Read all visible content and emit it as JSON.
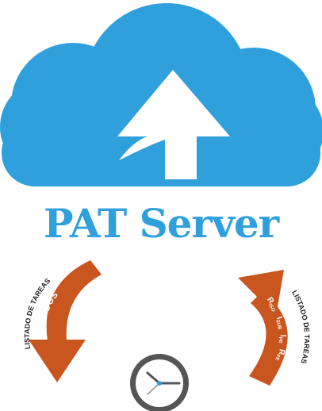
{
  "diagram": {
    "title": "PAT Server",
    "left_arrow": {
      "outer_label": "LISTADO DE TAREAS",
      "inner_label": "PEDIDOS"
    },
    "right_arrow": {
      "outer_label": "LISTADO DE TAREAS",
      "inner_tokens": [
        {
          "main": "R",
          "sub": "ISO"
        },
        {
          "main": "I",
          "sub": "SUB"
        },
        {
          "main": "I",
          "sub": "PE"
        },
        {
          "main": "R",
          "sub": "PE"
        }
      ]
    },
    "colors": {
      "cloud": "#2fa0dc",
      "arrow": "#c9561e",
      "clock_ring": "#555555"
    },
    "icons": [
      "cloud-upload-icon",
      "clock-icon"
    ]
  }
}
